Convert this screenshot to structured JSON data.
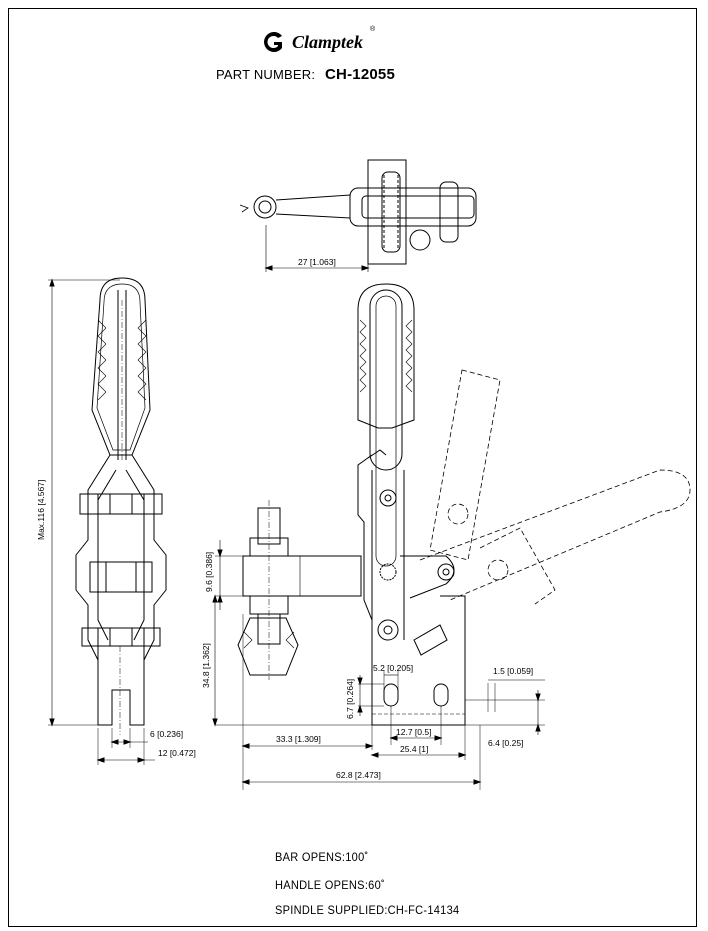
{
  "header": {
    "brand": "Clamptek",
    "part_number_label": "PART NUMBER:",
    "part_number": "CH-12055"
  },
  "dimensions": {
    "top_width": "27 [1.063]",
    "max_height": "Max.116 [4.567]",
    "spindle_offset": "9.6 [0.386]",
    "base_height": "34.8 [1.362]",
    "slot_width": "5.2 [0.205]",
    "slot_height": "6.7 [0.264]",
    "base_thickness": "1.5 [0.059]",
    "hole_spacing": "12.7 [0.5]",
    "base_length": "25.4 [1]",
    "base_edge": "6.4 [0.25]",
    "reach": "33.3 [1.309]",
    "overall_length": "62.8 [2.473]",
    "jaw_width": "6 [0.236]",
    "body_width": "12 [0.472]"
  },
  "notes": {
    "bar_opens": "BAR OPENS:100˚",
    "handle_opens": "HANDLE OPENS:60˚",
    "spindle": "SPINDLE SUPPLIED:CH-FC-14134"
  }
}
